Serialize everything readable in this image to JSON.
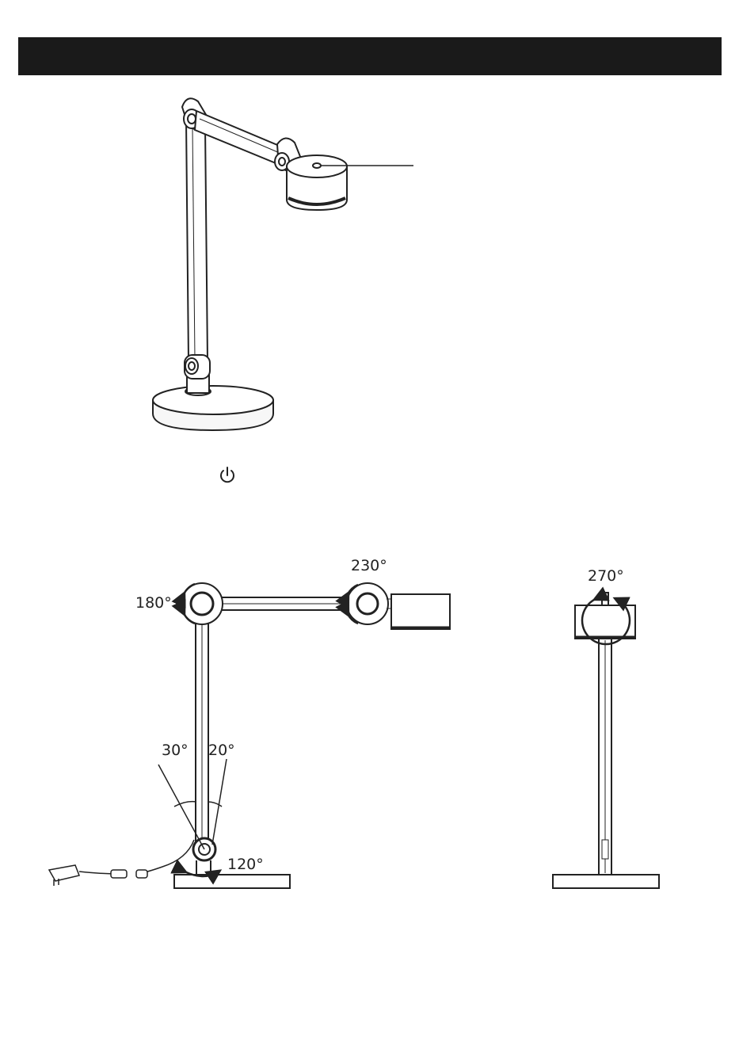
{
  "angles": {
    "shade_pivot": "230°",
    "top_pivot": "180°",
    "head_rotation": "270°",
    "arm_back_tilt": "30°",
    "arm_front_tilt": "20°",
    "base_rotation": "120°"
  },
  "icons": {
    "power": "power-icon"
  },
  "colors": {
    "header": "#1a1a1a",
    "line": "#222222",
    "light_fill": "#f7f7f7"
  }
}
